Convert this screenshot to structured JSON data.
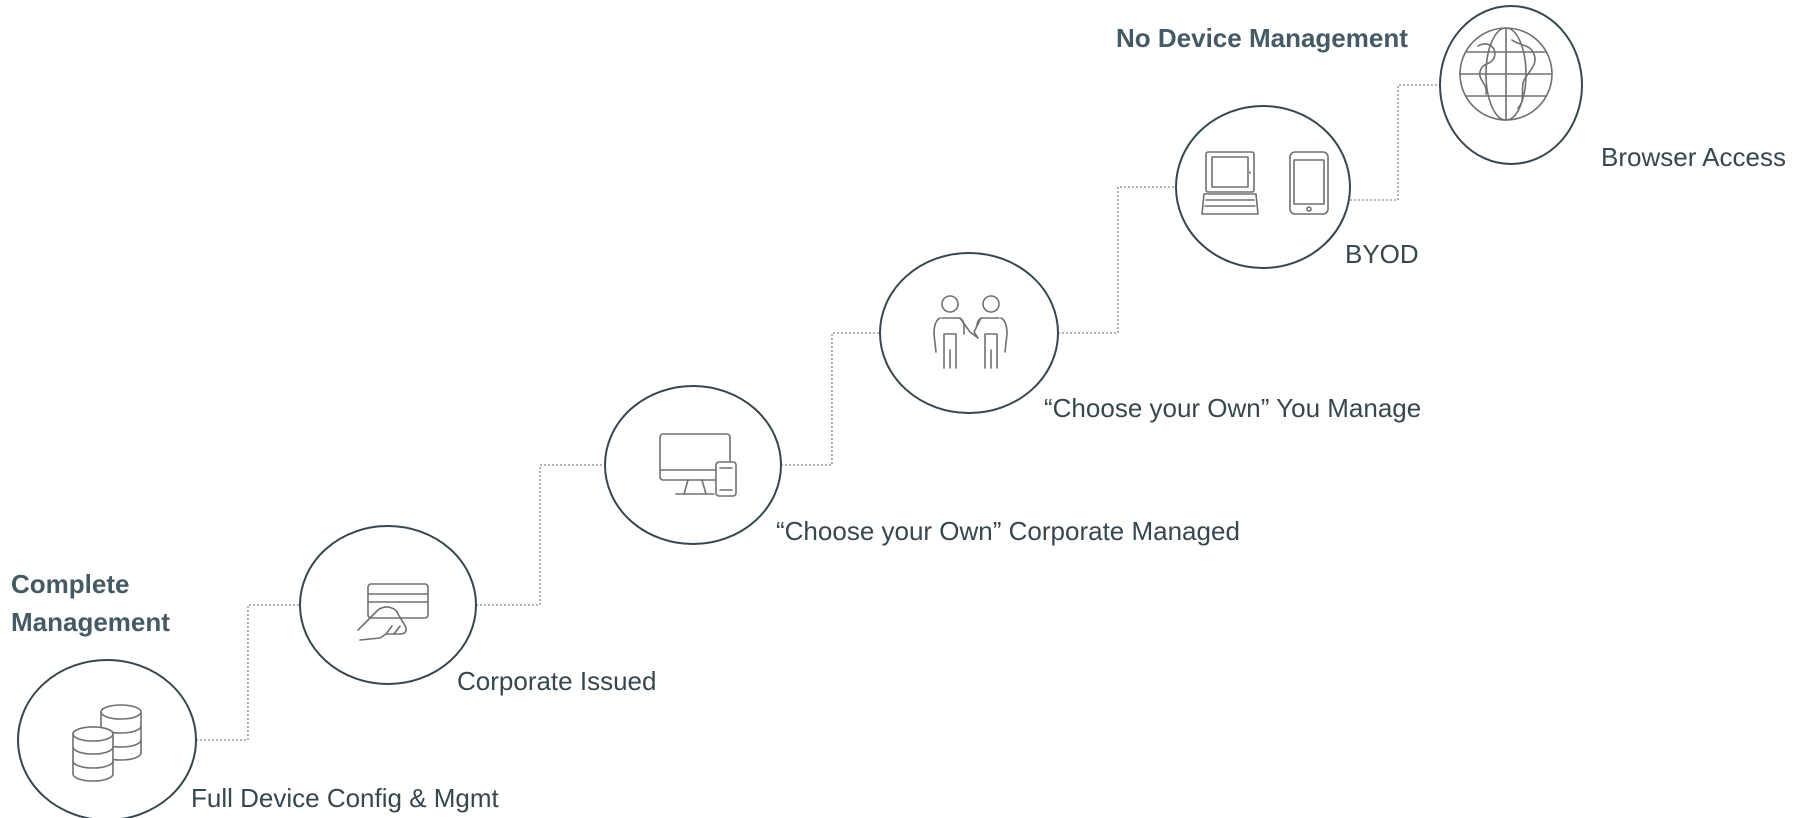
{
  "headings": {
    "top": "No Device Management",
    "bottom_line1": "Complete",
    "bottom_line2": "Management"
  },
  "steps": [
    {
      "label": "Full Device Config & Mgmt",
      "icon": "database-stack-icon"
    },
    {
      "label": "Corporate Issued",
      "icon": "hand-card-icon"
    },
    {
      "label": "“Choose your Own” Corporate Managed",
      "icon": "monitor-phone-icon"
    },
    {
      "label": "“Choose your Own” You Manage",
      "icon": "handshake-people-icon"
    },
    {
      "label": "BYOD",
      "icon": "laptop-tablet-icon"
    },
    {
      "label": "Browser Access",
      "icon": "globe-icon"
    }
  ],
  "colors": {
    "heading": "#455a64",
    "label": "#37474f",
    "circle_stroke": "#37474f",
    "connector": "#9e9e9e",
    "icon": "#707070"
  }
}
